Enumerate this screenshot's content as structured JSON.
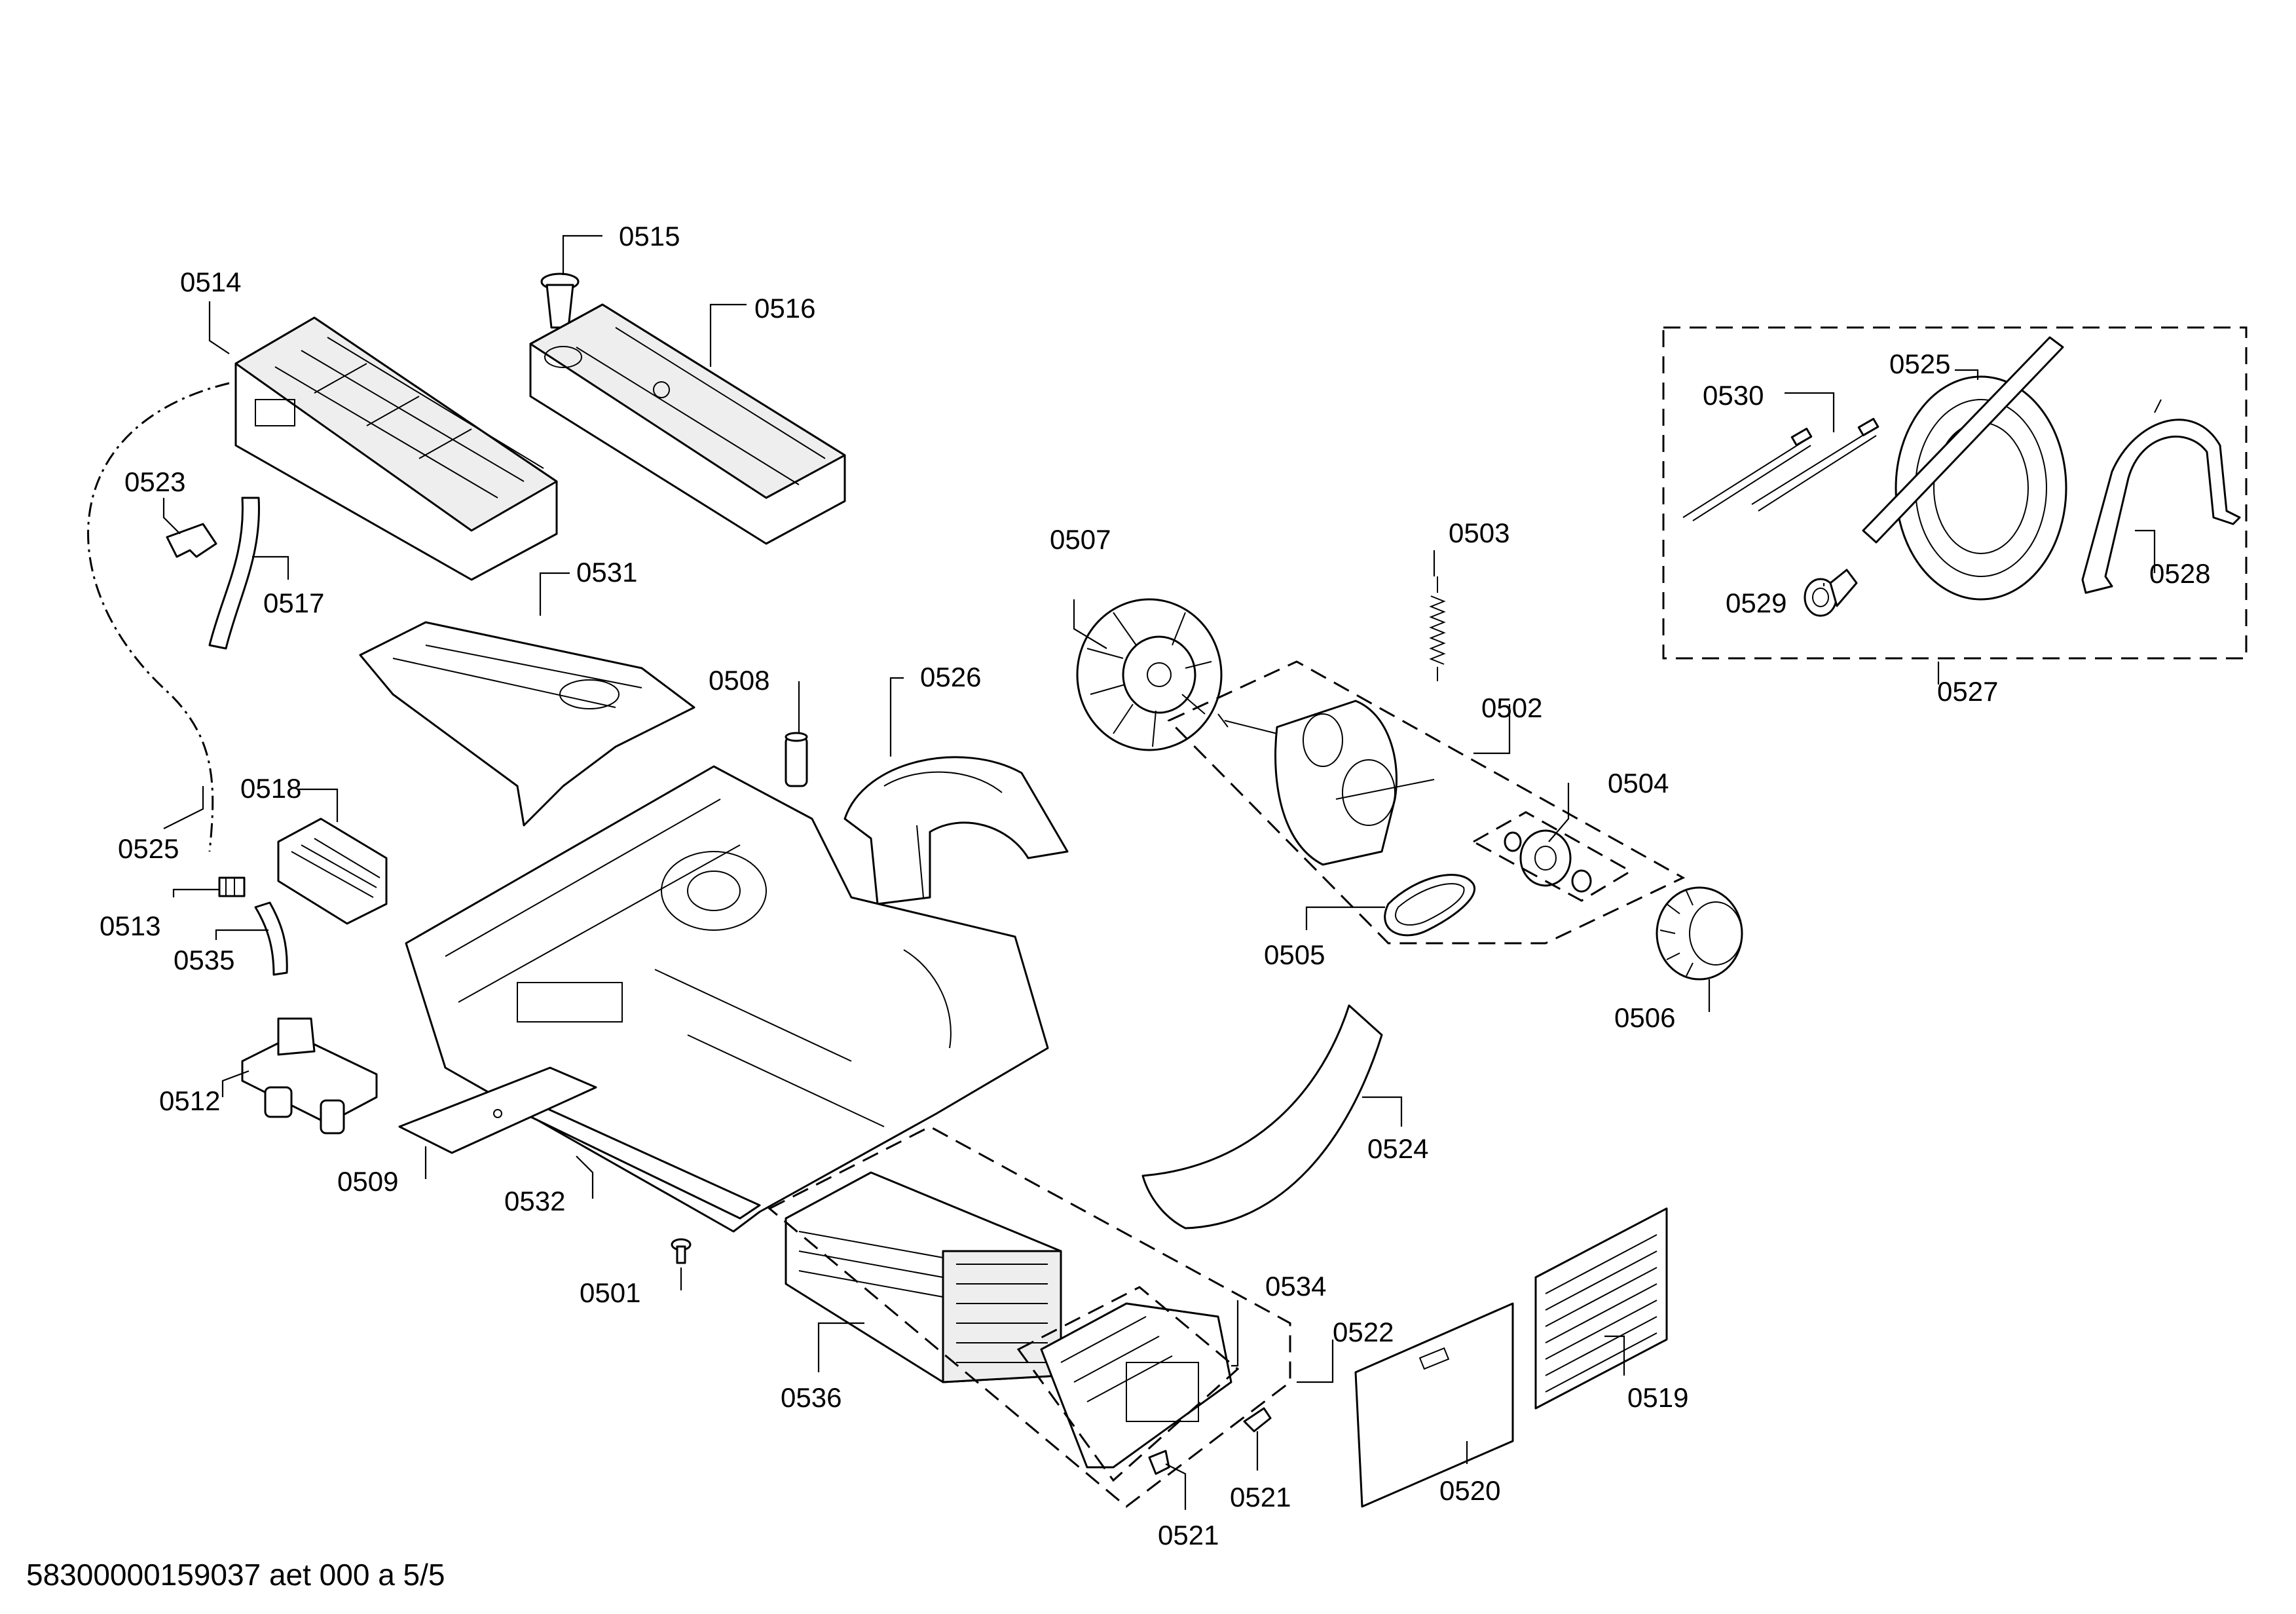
{
  "labels": {
    "p0501": "0501",
    "p0502": "0502",
    "p0503": "0503",
    "p0504": "0504",
    "p0505": "0505",
    "p0506": "0506",
    "p0507": "0507",
    "p0508": "0508",
    "p0509": "0509",
    "p0512": "0512",
    "p0513": "0513",
    "p0514": "0514",
    "p0515": "0515",
    "p0516": "0516",
    "p0517": "0517",
    "p0518": "0518",
    "p0519": "0519",
    "p0520": "0520",
    "p0521a": "0521",
    "p0521b": "0521",
    "p0522": "0522",
    "p0523": "0523",
    "p0524": "0524",
    "p0525a": "0525",
    "p0525b": "0525",
    "p0526": "0526",
    "p0527": "0527",
    "p0528": "0528",
    "p0529": "0529",
    "p0530": "0530",
    "p0531": "0531",
    "p0532": "0532",
    "p0534": "0534",
    "p0535": "0535",
    "p0536": "0536"
  },
  "footer": "58300000159037 aet 000 a 5/5"
}
